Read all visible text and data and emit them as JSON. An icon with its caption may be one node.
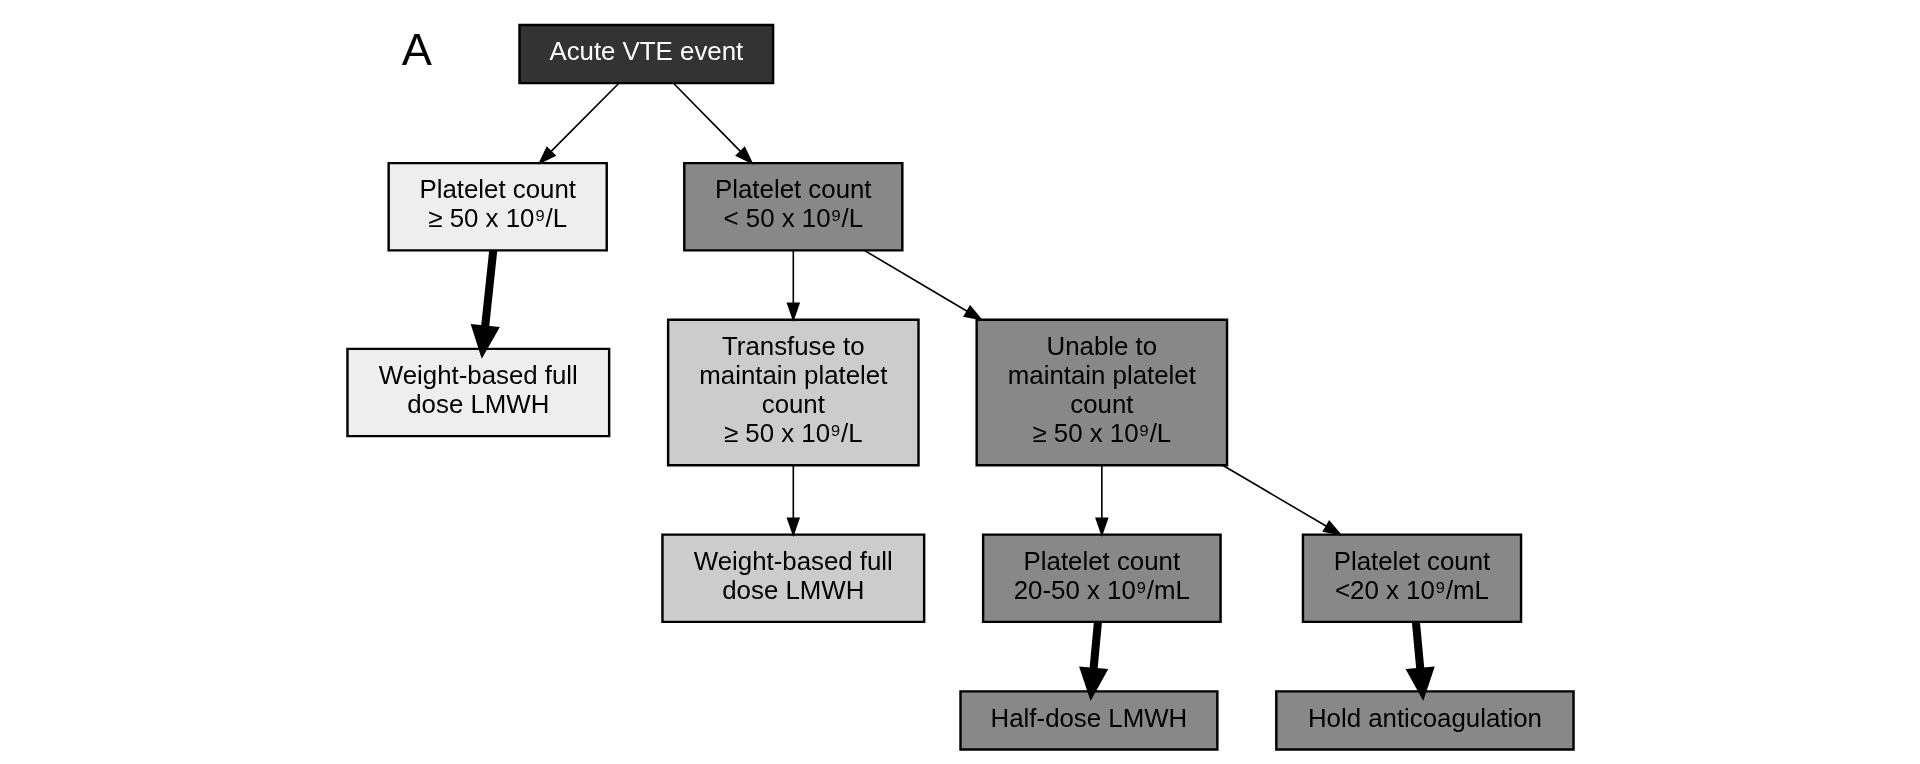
{
  "diagram": {
    "nodes": [
      {
        "text": [
          "Acute VTE event"
        ]
      },
      {
        "text": [
          "Platelet count",
          "≥ 50 x 10⁹/L"
        ]
      },
      {
        "text": [
          "Platelet count",
          "< 50 x 10⁹/L"
        ]
      },
      {
        "text": [
          "Weight-based full dose LMWH"
        ]
      },
      {
        "text": [
          "Transfuse to maintain platelet count",
          "≥ 50 x 10⁹/L"
        ]
      },
      {
        "text": [
          "Unable to maintain platelet count",
          "≥ 50 x 10⁹/L"
        ]
      },
      {
        "text": [
          "Weight-based full dose LMWH"
        ]
      },
      {
        "text": [
          "Platelet count",
          "20-50 x 10⁹/mL"
        ]
      },
      {
        "text": [
          "Platelet count",
          "<20 x 10⁹/mL"
        ]
      },
      {
        "text": [
          "Half-dose LMWH"
        ]
      },
      {
        "text": [
          "Hold anticoagulation"
        ]
      }
    ],
    "edges": [
      {
        "from": 0,
        "to": 1,
        "arrow": "to"
      },
      {
        "from": 0,
        "to": 2,
        "arrow": "to"
      },
      {
        "from": 1,
        "to": 3,
        "arrow": "to",
        "style": "thick"
      },
      {
        "from": 2,
        "to": 4,
        "arrow": "to"
      },
      {
        "from": 2,
        "to": 5,
        "arrow": "to"
      },
      {
        "from": 4,
        "to": 6,
        "arrow": "to"
      },
      {
        "from": 5,
        "to": 7,
        "arrow": "to"
      },
      {
        "from": 5,
        "to": 8,
        "arrow": "to"
      },
      {
        "from": 7,
        "to": 9,
        "arrow": "to",
        "style": "thick"
      },
      {
        "from": 8,
        "to": 10,
        "arrow": "to",
        "style": "thick"
      }
    ],
    "labels": [
      "A"
    ]
  }
}
